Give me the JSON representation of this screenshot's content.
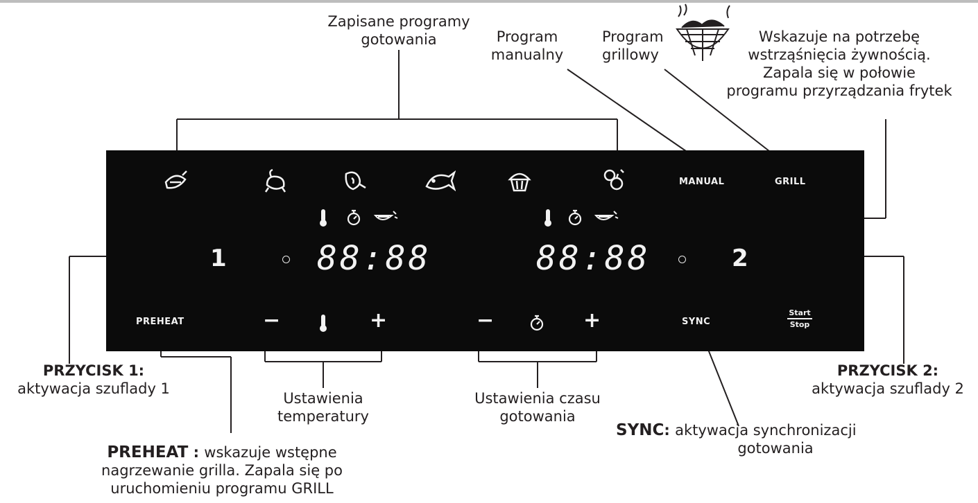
{
  "callouts": {
    "saved_programs": [
      "Zapisane programy",
      "gotowania"
    ],
    "manual_program": [
      "Program",
      "manualny"
    ],
    "grill_program": [
      "Program",
      "grillowy"
    ],
    "shake": [
      "Wskazuje na potrzebę",
      "wstrząśnięcia żywnością.",
      "Zapala się w połowie",
      "programu przyrządzania frytek"
    ],
    "button1_title": "PRZYCISK 1:",
    "button1_desc": "aktywacja szuflady 1",
    "button2_title": "PRZYCISK 2:",
    "button2_desc": "aktywacja szuflady 2",
    "temp_settings": [
      "Ustawienia",
      "temperatury"
    ],
    "time_settings": [
      "Ustawienia czasu",
      "gotowania"
    ],
    "sync_title": "SYNC",
    "sync_desc": [
      "aktywacja synchronizacji",
      "gotowania"
    ],
    "preheat_title": "PREHEAT",
    "preheat_desc": [
      "wskazuje wstępne",
      "nagrzewanie grilla. Zapala się po",
      "uruchomieniu programu GRILL"
    ]
  },
  "panel": {
    "manual": "MANUAL",
    "grill": "GRILL",
    "zone1": "1",
    "zone2": "2",
    "display1": "88:88",
    "display2": "88:88",
    "preheat": "PREHEAT",
    "minus": "−",
    "plus": "+",
    "sync": "SYNC",
    "start": "Start",
    "stop": "Stop"
  },
  "icons": [
    "shrimp-icon",
    "chicken-icon",
    "steak-icon",
    "fish-icon",
    "muffin-icon",
    "vegetables-icon",
    "thermometer-icon",
    "timer-icon",
    "shake-basket-icon"
  ],
  "colors": {
    "panel": "#0b0b0b",
    "panel_text": "#f2f2f2",
    "leader_line": "#231f20"
  }
}
